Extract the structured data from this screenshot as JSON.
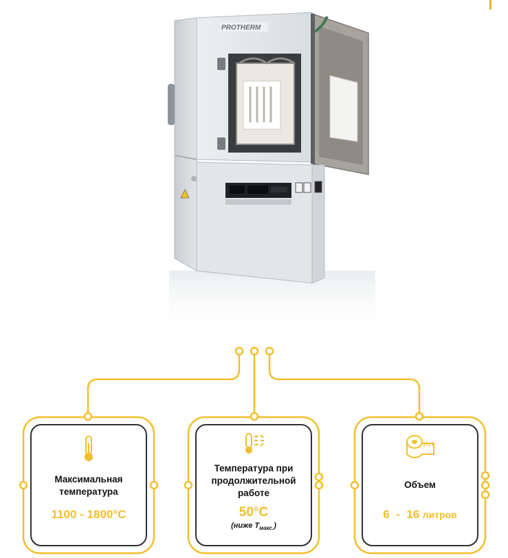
{
  "product": {
    "brand": "PROTHERM"
  },
  "colors": {
    "accent": "#f2bf2a",
    "border": "#2f2f2f",
    "chassis": "#dfe3e6"
  },
  "specs": [
    {
      "icon": "thermometer-icon",
      "label": "Максимальная температура",
      "value": "1100 - 1800°C"
    },
    {
      "icon": "heat-indicator-icon",
      "label": "Температура при продолжительной работе",
      "value": "50°C",
      "note": "(ниже T",
      "note_sub": "макс.",
      "note_end": ")"
    },
    {
      "icon": "tape-measure-icon",
      "label": "Объем",
      "value_num": "6  -  16",
      "value_unit": "литров"
    }
  ]
}
